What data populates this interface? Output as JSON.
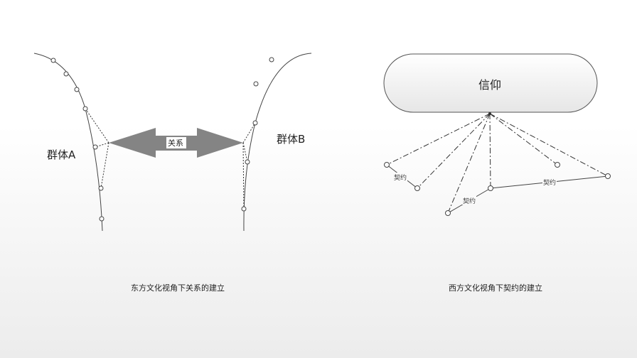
{
  "east": {
    "group_a": "群体A",
    "group_b": "群体B",
    "relation": "关系",
    "caption": "东方文化视角下关系的建立"
  },
  "west": {
    "belief": "信仰",
    "contract_labels": [
      "契约",
      "契约",
      "契约"
    ],
    "caption": "西方文化视角下契约的建立"
  }
}
